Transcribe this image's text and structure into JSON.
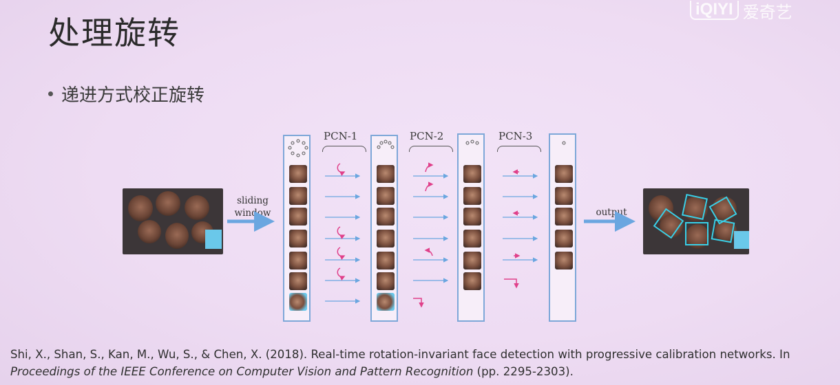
{
  "slide": {
    "title": "处理旋转",
    "bullet": "递进方式校正旋转"
  },
  "watermark": {
    "logo": "iQIYI",
    "text": "爱奇艺"
  },
  "diagram": {
    "input_arrow_label_1": "sliding",
    "input_arrow_label_2": "window",
    "stages": [
      "PCN-1",
      "PCN-2",
      "PCN-3"
    ],
    "output_label": "output",
    "colors": {
      "arrow": "#6aa6e0",
      "box": "#7da7d8",
      "rotate": "#e0408a",
      "detect": "#39d0e8"
    }
  },
  "citation": {
    "authors": "Shi, X., Shan, S., Kan, M., Wu, S., & Chen, X. (2018). Real-time rotation-invariant face detection with progressive calibration networks. In ",
    "venue": "Proceedings of the IEEE Conference on Computer Vision and Pattern Recognition",
    "pages": " (pp. 2295-2303)."
  }
}
